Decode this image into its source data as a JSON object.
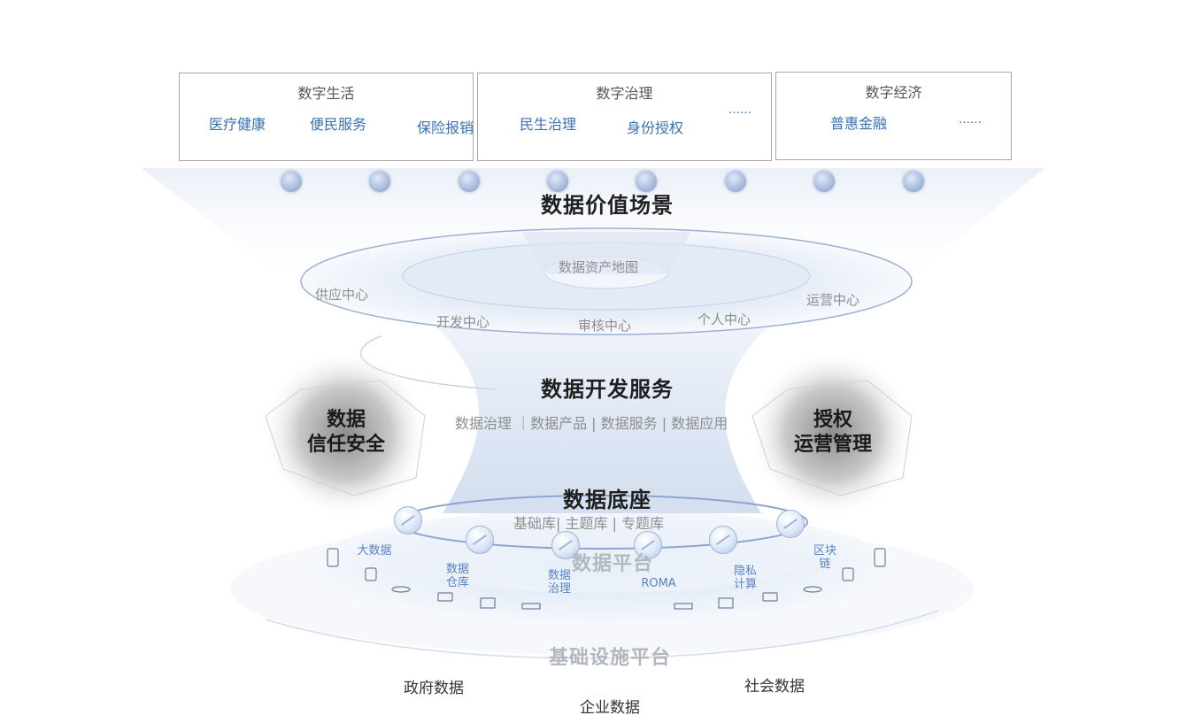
{
  "scenario_boxes": [
    {
      "title": "数字生活",
      "items": [
        "医疗健康",
        "便民服务",
        "保险报销"
      ]
    },
    {
      "title": "数字治理",
      "items": [
        "民生治理",
        "身份授权",
        "……"
      ]
    },
    {
      "title": "数字经济",
      "items": [
        "普惠金融",
        "……"
      ]
    }
  ],
  "layers": {
    "value_scene": "数据价值场景",
    "dev_service": "数据开发服务",
    "dev_service_sub": "数据治理 ｜数据产品 | 数据服务 | 数据应用",
    "base": "数据底座",
    "base_sub": "基础库| 主题库 | 专题库",
    "platform": "数据平台",
    "infra": "基础设施平台"
  },
  "ring": {
    "asset_map": "数据资产地图",
    "items": [
      "供应中心",
      "开发中心",
      "审核中心",
      "个人中心",
      "运营中心"
    ]
  },
  "side": {
    "left": "数据\n信任安全",
    "right": "授权\n运营管理"
  },
  "platform_nodes": [
    "大数据",
    "数据\n仓库",
    "数据\n治理",
    "ROMA",
    "隐私\n计算",
    "区块\n链"
  ],
  "sources": [
    "政府数据",
    "企业数据",
    "社会数据"
  ],
  "icons": [
    "building-chart-icon",
    "gear-network-icon",
    "document-stack-icon",
    "gear-icon",
    "hand-coin-icon",
    "person-icon",
    "bank-icon",
    "factory-icon"
  ],
  "colors": {
    "accent_blue": "#3a6fb0",
    "node_blue": "#5a84c4",
    "funnel": "#dfe8f4"
  }
}
